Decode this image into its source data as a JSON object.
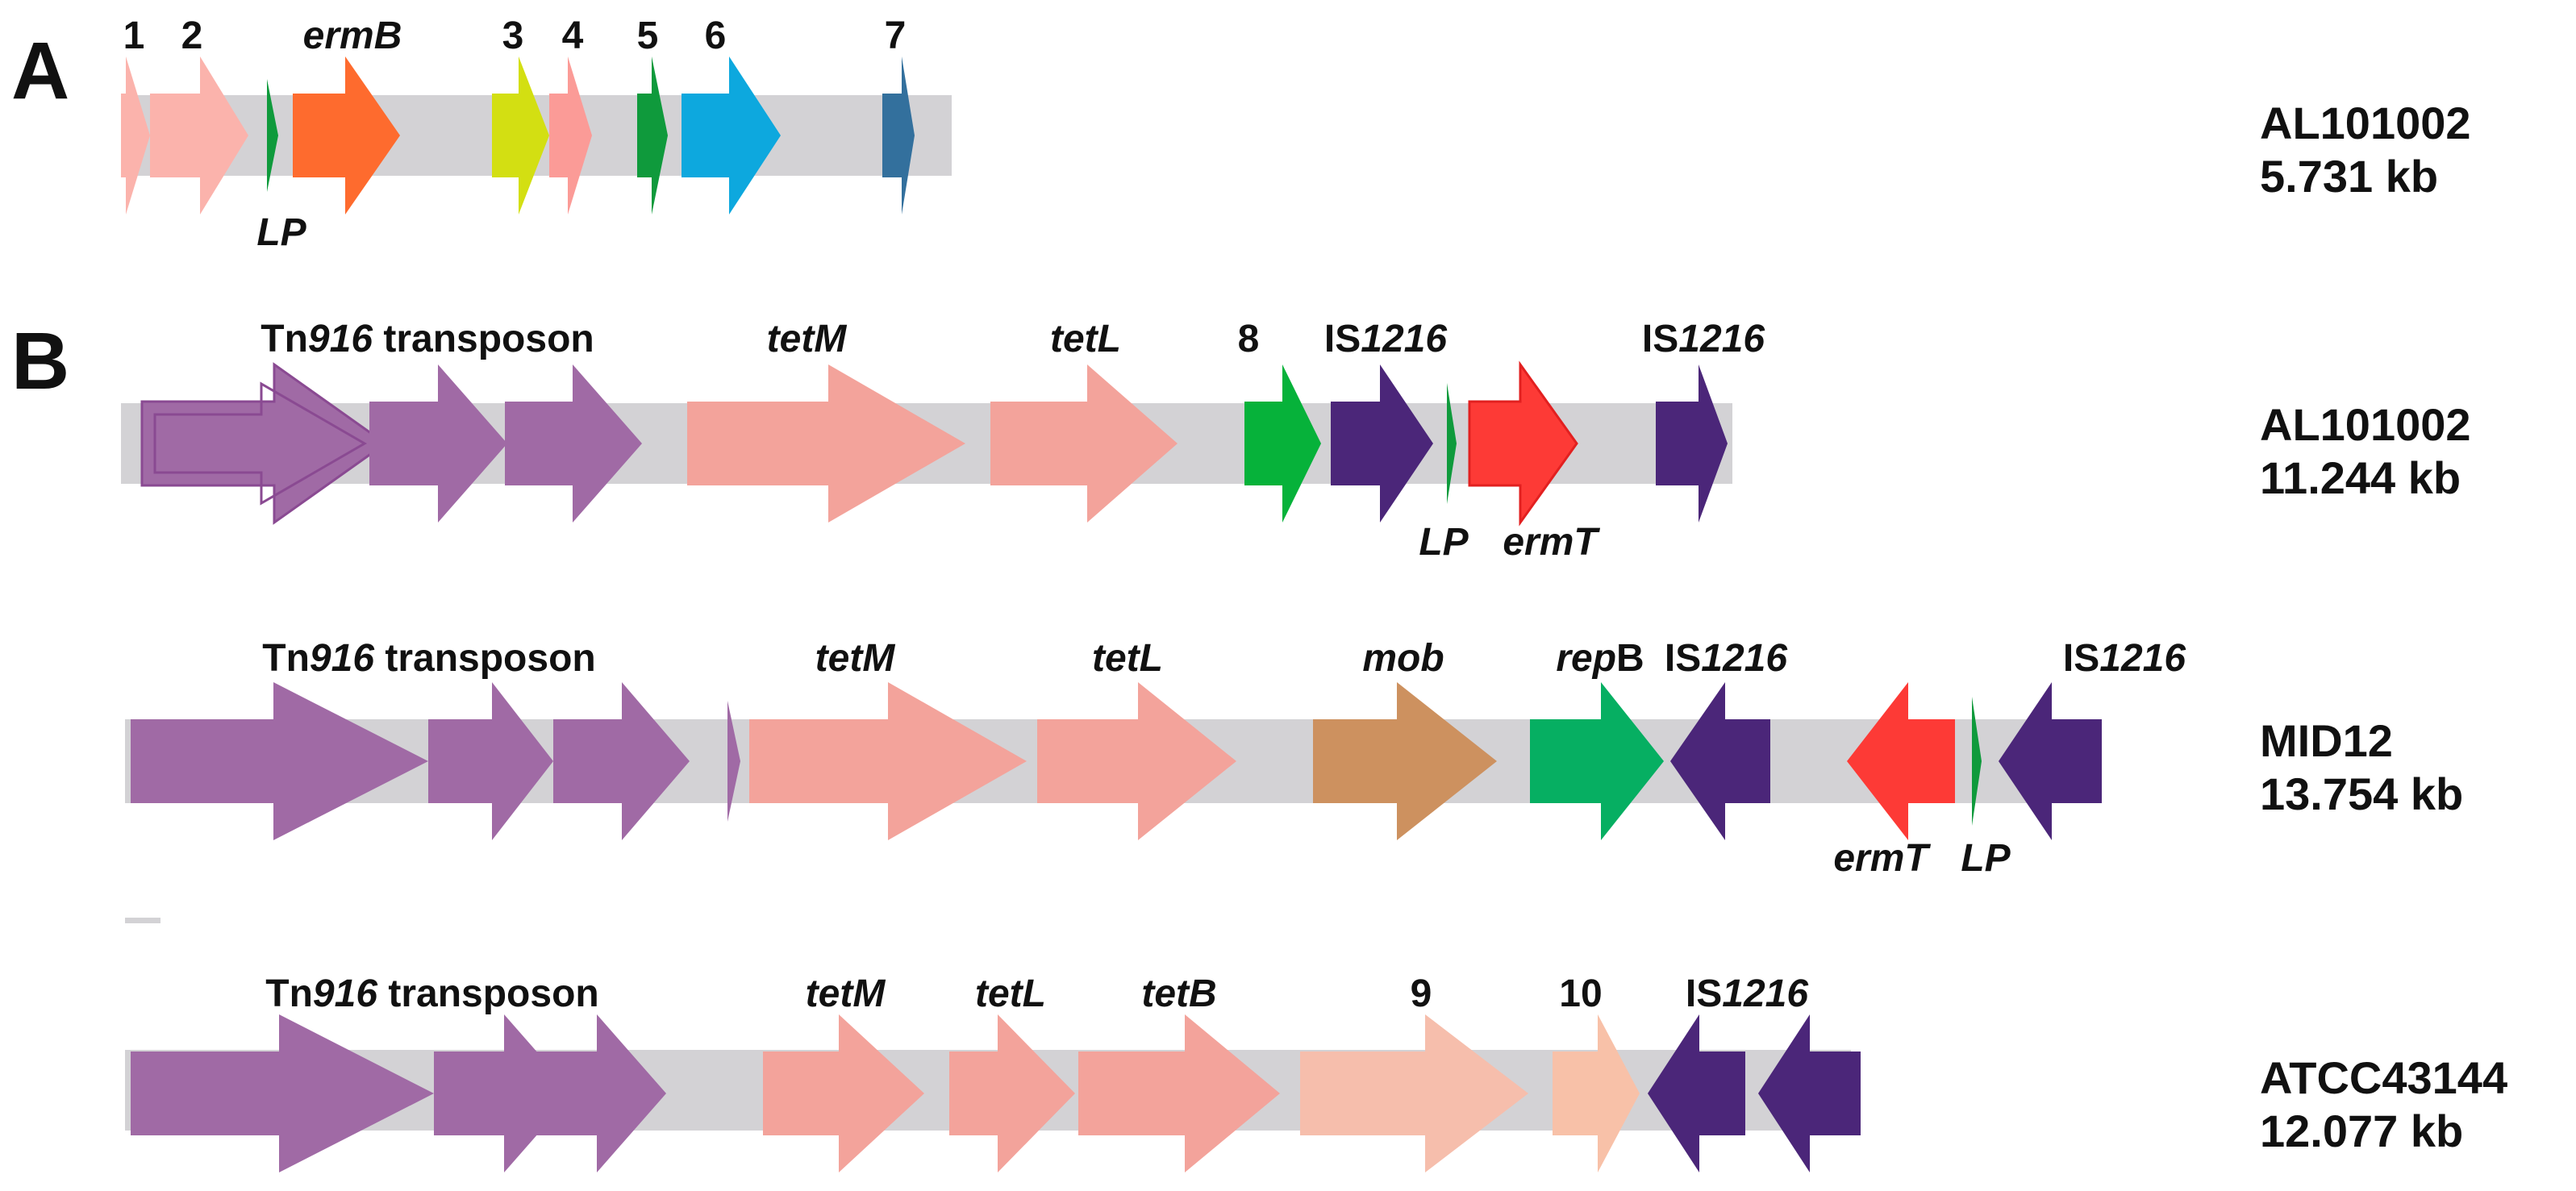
{
  "colors": {
    "backbone": "#d3d2d5",
    "pink_light": "#fbb3ac",
    "green_dark": "#0f9a3c",
    "orange": "#fe6b2e",
    "yellow_green": "#d3df12",
    "pink": "#fb9b97",
    "cyan": "#0da8de",
    "steel_blue": "#33709d",
    "purple": "#a06aa5",
    "salmon": "#f3a39b",
    "green_bright": "#06b23a",
    "indigo": "#4b2679",
    "red": "#fd3a36",
    "brown": "#cd915f",
    "emerald": "#06af62",
    "peach": "#f6beac",
    "peach2": "#f8c1a8"
  },
  "panel_a": {
    "letter": "A",
    "labels": [
      {
        "text": "1"
      },
      {
        "text": "2"
      },
      {
        "text": "ermB",
        "italic": true
      },
      {
        "text": "3"
      },
      {
        "text": "4"
      },
      {
        "text": "5"
      },
      {
        "text": "6"
      },
      {
        "text": "7"
      },
      {
        "text": "LP",
        "italic": true
      }
    ],
    "info": {
      "name": "AL101002",
      "size": "5.731 kb"
    }
  },
  "panel_b": {
    "letter": "B",
    "tracks": [
      {
        "labels": [
          {
            "parts": [
              {
                "t": "Tn",
                "i": false
              },
              {
                "t": "916",
                "i": true
              },
              {
                "t": "  transposon",
                "i": false
              }
            ]
          },
          {
            "parts": [
              {
                "t": "tetM",
                "i": true
              }
            ]
          },
          {
            "parts": [
              {
                "t": "tetL",
                "i": true
              }
            ]
          },
          {
            "parts": [
              {
                "t": "8",
                "i": false
              }
            ]
          },
          {
            "parts": [
              {
                "t": "IS",
                "i": false
              },
              {
                "t": "1216",
                "i": true
              }
            ]
          },
          {
            "parts": [
              {
                "t": "IS",
                "i": false
              },
              {
                "t": "1216",
                "i": true
              }
            ]
          },
          {
            "parts": [
              {
                "t": "LP",
                "i": true
              }
            ]
          },
          {
            "parts": [
              {
                "t": "ermT",
                "i": true
              }
            ]
          }
        ],
        "info": {
          "name": "AL101002",
          "size": "11.244 kb"
        }
      },
      {
        "labels": [
          {
            "parts": [
              {
                "t": "Tn",
                "i": false
              },
              {
                "t": "916",
                "i": true
              },
              {
                "t": "  transposon",
                "i": false
              }
            ]
          },
          {
            "parts": [
              {
                "t": "tetM",
                "i": true
              }
            ]
          },
          {
            "parts": [
              {
                "t": "tetL",
                "i": true
              }
            ]
          },
          {
            "parts": [
              {
                "t": "mob",
                "i": true
              }
            ]
          },
          {
            "parts": [
              {
                "t": "rep",
                "i": true
              },
              {
                "t": "B",
                "i": false
              }
            ]
          },
          {
            "parts": [
              {
                "t": "IS",
                "i": false
              },
              {
                "t": "1216",
                "i": true
              }
            ]
          },
          {
            "parts": [
              {
                "t": "IS",
                "i": false
              },
              {
                "t": "1216",
                "i": true
              }
            ]
          },
          {
            "parts": [
              {
                "t": "ermT",
                "i": true
              }
            ]
          },
          {
            "parts": [
              {
                "t": "LP",
                "i": true
              }
            ]
          }
        ],
        "info": {
          "name": "MID12",
          "size": "13.754 kb"
        }
      },
      {
        "labels": [
          {
            "parts": [
              {
                "t": "Tn",
                "i": false
              },
              {
                "t": "916",
                "i": true
              },
              {
                "t": "  transposon",
                "i": false
              }
            ]
          },
          {
            "parts": [
              {
                "t": "tetM",
                "i": true
              }
            ]
          },
          {
            "parts": [
              {
                "t": "tetL",
                "i": true
              }
            ]
          },
          {
            "parts": [
              {
                "t": "tetB",
                "i": true
              }
            ]
          },
          {
            "parts": [
              {
                "t": "9",
                "i": false
              }
            ]
          },
          {
            "parts": [
              {
                "t": "10",
                "i": false
              }
            ]
          },
          {
            "parts": [
              {
                "t": "IS",
                "i": false
              },
              {
                "t": "1216",
                "i": true
              }
            ]
          }
        ],
        "info": {
          "name": "ATCC43144",
          "size": "12.077 kb"
        }
      }
    ]
  }
}
